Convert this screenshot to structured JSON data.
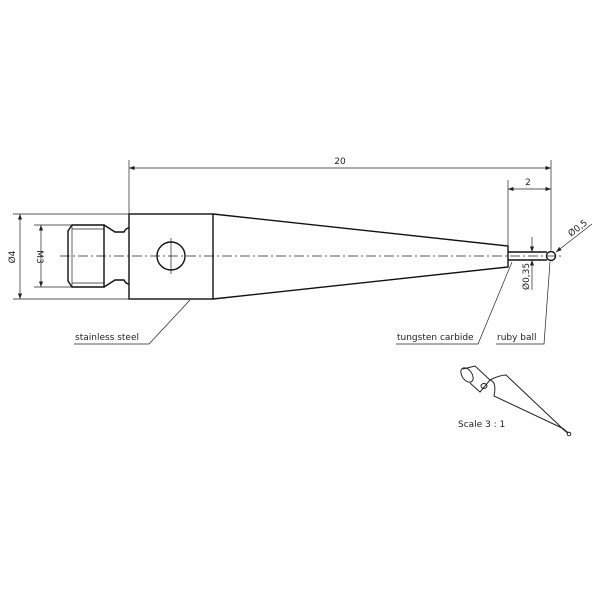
{
  "dimensions": {
    "overall_length": "20",
    "tip_length": "2",
    "body_diameter": "Ø4",
    "thread": "M3",
    "ball_diameter": "Ø0,5",
    "shaft_diameter": "Ø0,35"
  },
  "labels": {
    "body_material": "stainless steel",
    "shaft_material": "tungsten carbide",
    "tip_material": "ruby ball"
  },
  "isometric": {
    "scale": "Scale 3 : 1"
  }
}
